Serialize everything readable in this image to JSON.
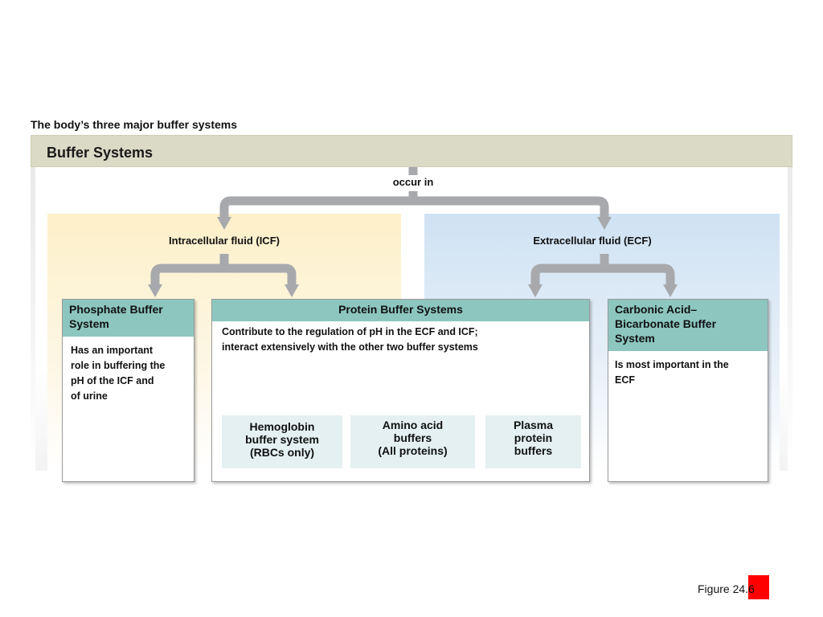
{
  "caption": "The body’s three major buffer systems",
  "header": {
    "title": "Buffer Systems"
  },
  "connector_label": "occur in",
  "icf": {
    "label": "Intracellular fluid (ICF)"
  },
  "ecf": {
    "label": "Extracellular fluid (ECF)"
  },
  "phosphate": {
    "title_line1": "Phosphate Buffer",
    "title_line2": "System",
    "body": [
      "Has an important",
      "role in buffering the",
      "pH of the ICF and",
      "of urine"
    ]
  },
  "protein": {
    "title": "Protein Buffer Systems",
    "body": [
      "Contribute to the regulation of pH in the ECF and ICF;",
      "interact extensively with the other two buffer systems"
    ],
    "subsystems": [
      {
        "lines": [
          "Hemoglobin",
          "buffer system",
          "(RBCs only)"
        ]
      },
      {
        "lines": [
          "Amino acid",
          "buffers",
          "(All proteins)"
        ]
      },
      {
        "lines": [
          "Plasma",
          "protein",
          "buffers"
        ]
      }
    ]
  },
  "carbonic": {
    "title_lines": [
      "Carbonic Acid–",
      "Bicarbonate Buffer",
      "System"
    ],
    "body": [
      "Is most important in the",
      "ECF"
    ]
  },
  "figure_label": "Figure 24.6",
  "colors": {
    "header_band": "#dbdac6",
    "box_header": "#8cc6bf",
    "icf_panel": "#fdf0c9",
    "ecf_panel": "#cfe2f3",
    "subsystem_box": "#e4f0f2",
    "arrow": "#a7a9ac",
    "figure_marker": "#ff0000"
  }
}
